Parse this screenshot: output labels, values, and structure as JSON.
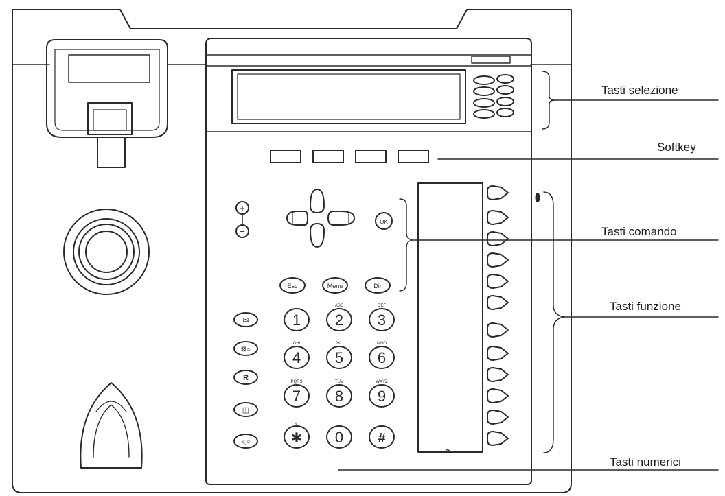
{
  "callouts": {
    "tasti_selezione": "Tasti selezione",
    "softkey": "Softkey",
    "tasti_comando": "Tasti comando",
    "tasti_funzione": "Tasti funzione",
    "tasti_numerici": "Tasti numerici"
  },
  "nav_keys": {
    "ok": "OK",
    "esc": "Esc",
    "menu": "Menu",
    "dir": "Dir"
  },
  "volume": {
    "plus": "+",
    "minus": "−"
  },
  "side_keys": {
    "mail": "✉",
    "message": "⊠○",
    "recall": "R",
    "mute": "◫",
    "speaker": "◁○"
  },
  "keypad": [
    {
      "digit": "1",
      "letters": ""
    },
    {
      "digit": "2",
      "letters": "ABC"
    },
    {
      "digit": "3",
      "letters": "DEF"
    },
    {
      "digit": "4",
      "letters": "GHI"
    },
    {
      "digit": "5",
      "letters": "JKL"
    },
    {
      "digit": "6",
      "letters": "MNO"
    },
    {
      "digit": "7",
      "letters": "PQRS"
    },
    {
      "digit": "8",
      "letters": "TUV"
    },
    {
      "digit": "9",
      "letters": "WXYZ"
    },
    {
      "digit": "✱",
      "letters": "Q·"
    },
    {
      "digit": "0",
      "letters": ""
    },
    {
      "digit": "#",
      "letters": ""
    }
  ],
  "colors": {
    "line": "#2a2a2a",
    "paper": "#ffffff",
    "text": "#1a1a1a"
  }
}
